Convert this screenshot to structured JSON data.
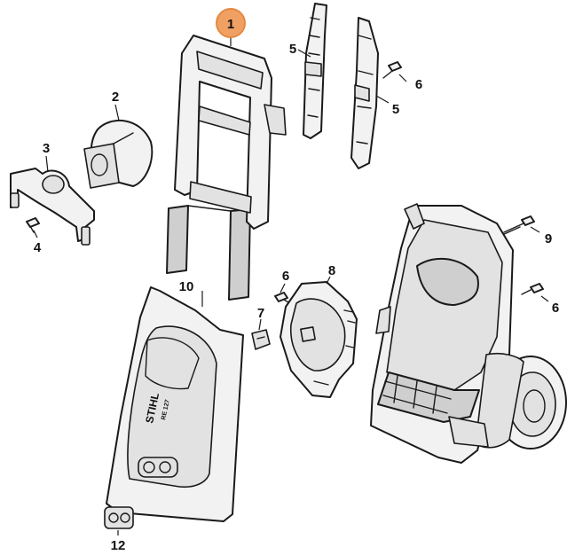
{
  "diagram": {
    "highlight_color": "#f0a062",
    "callouts": [
      {
        "id": "1",
        "label": "1",
        "highlighted": true
      },
      {
        "id": "2",
        "label": "2"
      },
      {
        "id": "3",
        "label": "3"
      },
      {
        "id": "4",
        "label": "4"
      },
      {
        "id": "5a",
        "label": "5"
      },
      {
        "id": "5b",
        "label": "5"
      },
      {
        "id": "6a",
        "label": "6"
      },
      {
        "id": "6b",
        "label": "6"
      },
      {
        "id": "6c",
        "label": "6"
      },
      {
        "id": "7",
        "label": "7"
      },
      {
        "id": "8",
        "label": "8"
      },
      {
        "id": "9",
        "label": "9"
      },
      {
        "id": "10",
        "label": "10"
      },
      {
        "id": "12",
        "label": "12"
      }
    ],
    "cover_brand": "STIHL",
    "cover_model": "RE 127"
  }
}
